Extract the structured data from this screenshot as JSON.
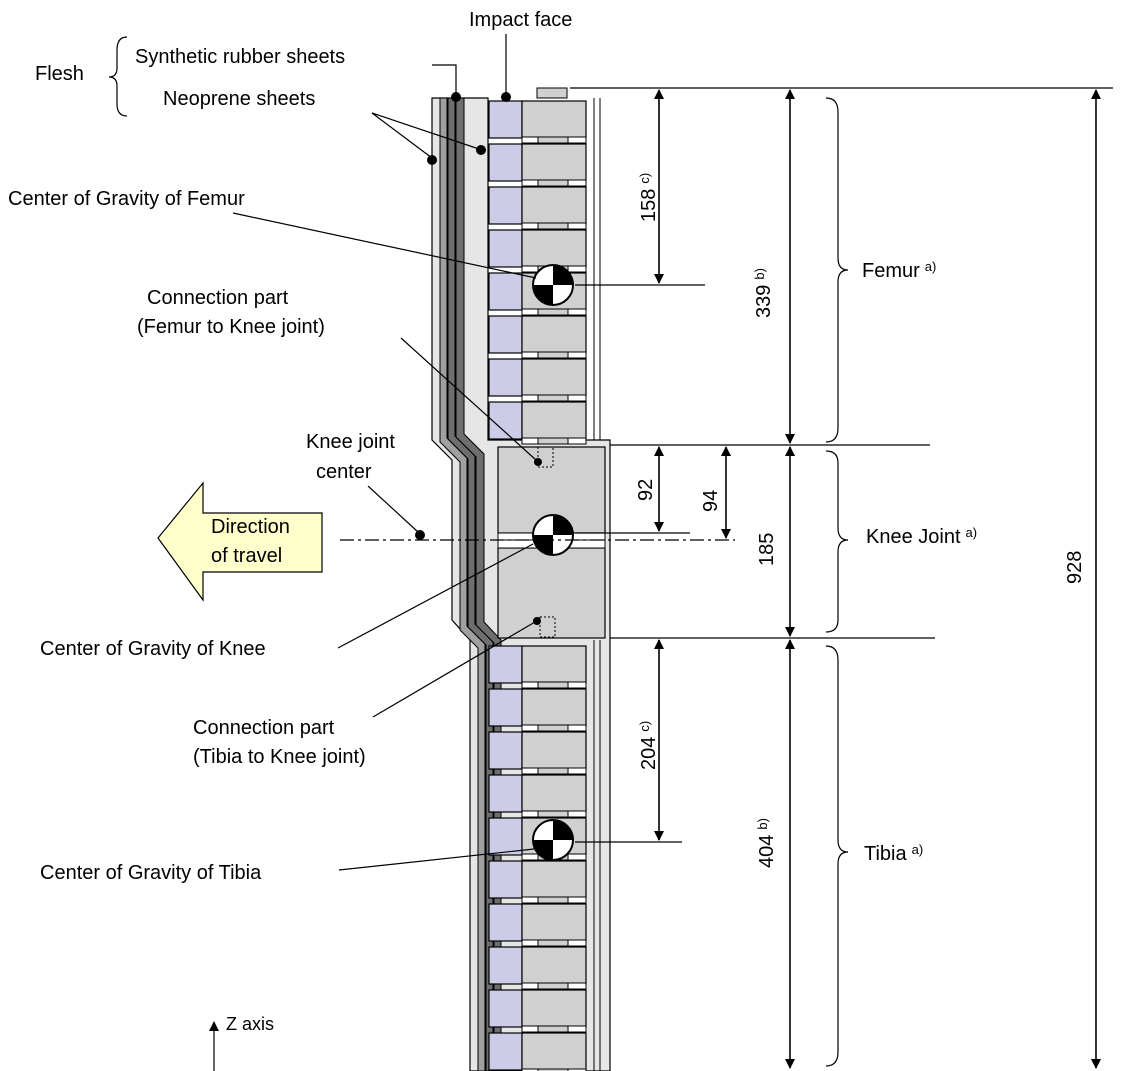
{
  "labels": {
    "impact_face": "Impact face",
    "flesh": "Flesh",
    "synthetic_rubber": "Synthetic rubber sheets",
    "neoprene": "Neoprene sheets",
    "cg_femur": "Center of Gravity of Femur",
    "conn_femur_l1": "Connection part",
    "conn_femur_l2": "(Femur to Knee joint)",
    "knee_center_l1": "Knee joint",
    "knee_center_l2": "center",
    "direction_l1": "Direction",
    "direction_l2": "of travel",
    "cg_knee": "Center of Gravity of Knee",
    "conn_tibia_l1": "Connection part",
    "conn_tibia_l2": "(Tibia to Knee joint)",
    "cg_tibia": "Center of Gravity of Tibia",
    "z_axis": "Z axis"
  },
  "segments": {
    "femur": {
      "name": "Femur",
      "note": "a)"
    },
    "knee": {
      "name": "Knee Joint",
      "note": "a)"
    },
    "tibia": {
      "name": "Tibia",
      "note": "a)"
    }
  },
  "dimensions": {
    "femur_cg": {
      "value": "158",
      "note": "c)"
    },
    "femur_len": {
      "value": "339",
      "note": "b)"
    },
    "knee_92": {
      "value": "92"
    },
    "knee_94": {
      "value": "94"
    },
    "knee_len": {
      "value": "185"
    },
    "tibia_cg": {
      "value": "204",
      "note": "c)"
    },
    "tibia_len": {
      "value": "404",
      "note": "b)"
    },
    "total_len": {
      "value": "928"
    }
  },
  "colors": {
    "segment_fill": "#d0d0d0",
    "block_fill": "#cccce8",
    "arrow_fill": "#ffffcc",
    "flesh_dark": "#6e6e6e",
    "flesh_mid": "#a0a0a0",
    "flesh_light": "#e6e6e6"
  }
}
